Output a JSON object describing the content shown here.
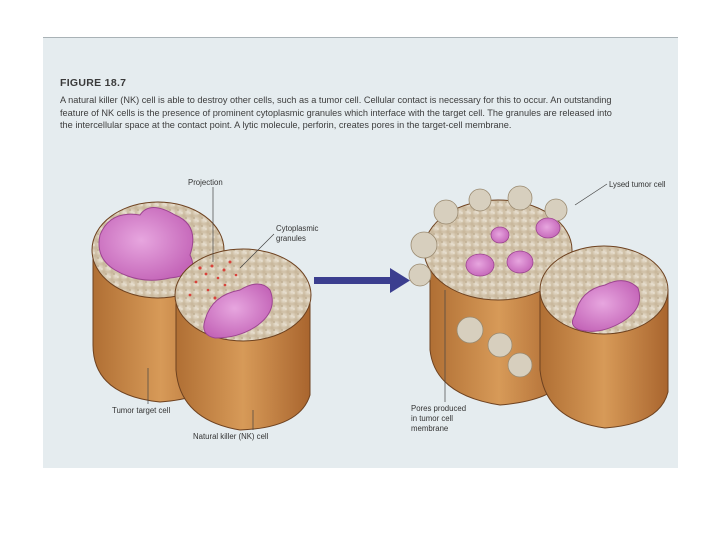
{
  "figure": {
    "title": "FIGURE 18.7",
    "caption": "A natural killer (NK) cell is able to destroy other cells, such as a tumor cell. Cellular contact is necessary for this to occur. An outstanding feature of NK cells is the presence of prominent cytoplasmic granules which interface with the target cell. The granules are released into the intercellular space at the contact point. A lytic molecule, perforin, creates pores in the target-cell membrane."
  },
  "labels": {
    "projection": "Projection",
    "granules_line1": "Cytoplasmic",
    "granules_line2": "granules",
    "tumor_target": "Tumor target cell",
    "nk_cell": "Natural killer (NK) cell",
    "lysed": "Lysed tumor cell",
    "pores_line1": "Pores produced",
    "pores_line2": "in tumor cell",
    "pores_line3": "membrane"
  },
  "colors": {
    "background": "#e5ecef",
    "cell_side": "#c98a45",
    "cell_top": "#ddd3c0",
    "nucleus": "#d27ec9",
    "arrow": "#3b3e8f",
    "granules": "#d8433b"
  }
}
